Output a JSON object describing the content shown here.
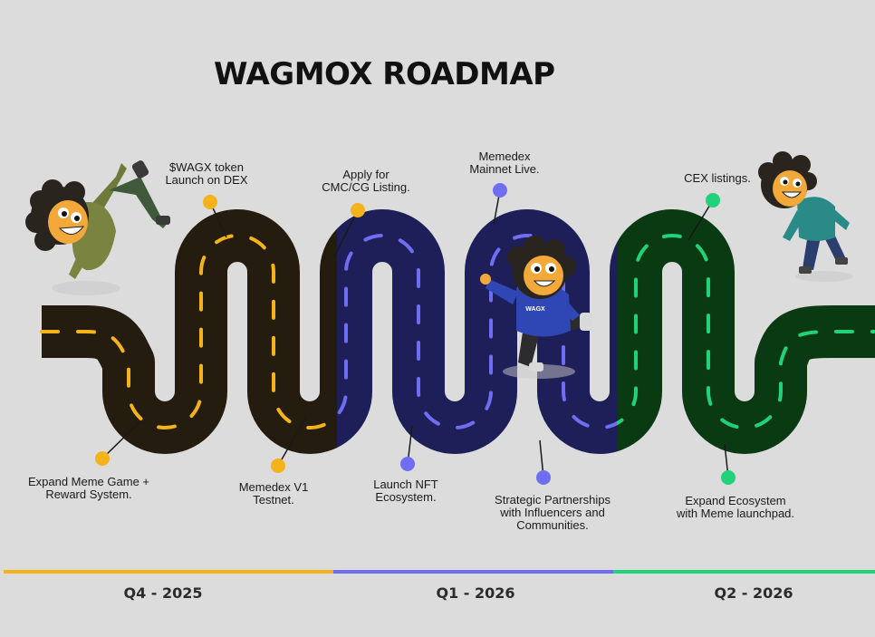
{
  "title": "WAGMOX ROADMAP",
  "colors": {
    "background": "#dcdcdc",
    "q4_road": "#241c0e",
    "q4_accent": "#f4b21b",
    "q1_road": "#1e1f59",
    "q1_accent": "#6f6ef3",
    "q2_road": "#0a3a12",
    "q2_accent": "#22d27a"
  },
  "milestones": [
    {
      "id": "m1",
      "text": "$WAGX token\nLaunch on DEX",
      "quarter": "Q4 - 2025"
    },
    {
      "id": "m2",
      "text": "Apply for\nCMC/CG Listing.",
      "quarter": "Q4 - 2025"
    },
    {
      "id": "m3",
      "text": "Expand Meme Game +\nReward System.",
      "quarter": "Q4 - 2025"
    },
    {
      "id": "m4",
      "text": "Memedex V1\nTestnet.",
      "quarter": "Q4 - 2025"
    },
    {
      "id": "m5",
      "text": "Memedex\nMainnet Live.",
      "quarter": "Q1 - 2026"
    },
    {
      "id": "m6",
      "text": "Launch NFT\nEcosystem.",
      "quarter": "Q1 - 2026"
    },
    {
      "id": "m7",
      "text": "Strategic Partnerships\nwith Influencers and\nCommunities.",
      "quarter": "Q1 - 2026"
    },
    {
      "id": "m8",
      "text": "CEX listings.",
      "quarter": "Q2 - 2026"
    },
    {
      "id": "m9",
      "text": "Expand Ecosystem\nwith Meme launchpad.",
      "quarter": "Q2 - 2026"
    }
  ],
  "quarters": [
    "Q4 - 2025",
    "Q1 - 2026",
    "Q2 - 2026"
  ],
  "shirt_text": "WAGX"
}
